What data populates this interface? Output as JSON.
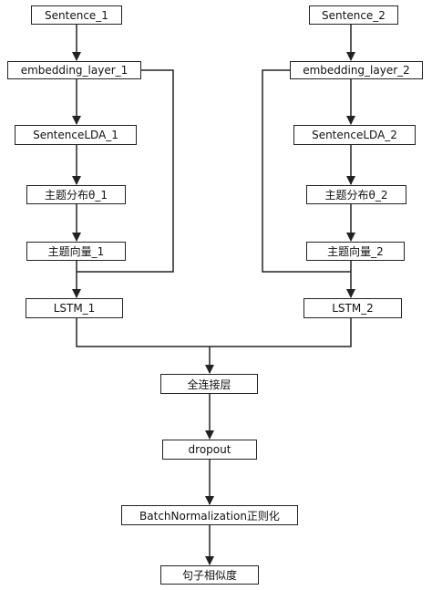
{
  "left": {
    "sentence": "Sentence_1",
    "embedding": "embedding_layer_1",
    "lda": "SentenceLDA_1",
    "topic_dist": "主题分布θ_1",
    "topic_vec": "主题向量_1",
    "lstm": "LSTM_1"
  },
  "right": {
    "sentence": "Sentence_2",
    "embedding": "embedding_layer_2",
    "lda": "SentenceLDA_2",
    "topic_dist": "主题分布θ_2",
    "topic_vec": "主题向量_2",
    "lstm": "LSTM_2"
  },
  "merge": {
    "dense": "全连接层",
    "dropout": "dropout",
    "batchnorm": "BatchNormalization正则化",
    "similarity": "句子相似度"
  }
}
